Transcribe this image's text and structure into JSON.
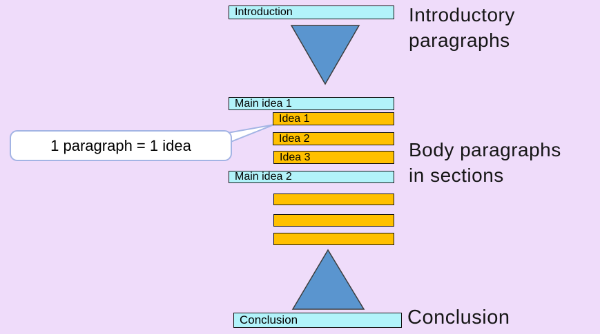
{
  "colors": {
    "bg": "#EFDCFA",
    "cyan": "#B2F3FA",
    "orange": "#FFC000",
    "blue": "#5A95CF",
    "box_border": "#111111",
    "triangle_border": "#3D3D3D",
    "callout_border": "#A3B4E4",
    "text": "#161616"
  },
  "boxes": {
    "introduction": "Introduction",
    "main_idea_1": "Main idea 1",
    "idea_1": "Idea 1",
    "idea_2": "Idea 2",
    "idea_3": "Idea 3",
    "main_idea_2": "Main idea 2",
    "conclusion": "Conclusion"
  },
  "callout": {
    "text": "1 paragraph = 1 idea"
  },
  "side_labels": {
    "introductory": {
      "line1": "Introductory",
      "line2": "paragraphs"
    },
    "body": {
      "line1": "Body paragraphs",
      "line2": "in sections"
    },
    "conclusion": "Conclusion"
  }
}
